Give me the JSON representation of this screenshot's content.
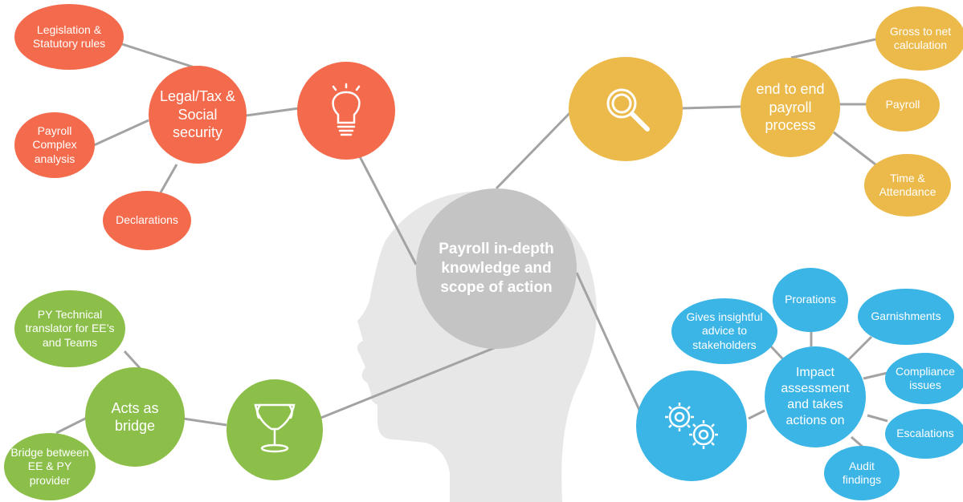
{
  "center": {
    "label": "Payroll in-depth knowledge and scope of action"
  },
  "legal": {
    "hub": "Legal/Tax & Social security",
    "leaves": [
      "Legislation & Statutory rules",
      "Payroll Complex analysis",
      "Declarations"
    ],
    "icon": "lightbulb-icon",
    "color": "#f36b4c"
  },
  "process": {
    "hub": "end to end payroll process",
    "leaves": [
      "Gross to net calculation",
      "Payroll",
      "Time & Attendance"
    ],
    "icon": "magnifier-icon",
    "color": "#ecba4b"
  },
  "bridge": {
    "hub": "Acts as bridge",
    "leaves": [
      "PY Technical translator for EE’s and Teams",
      "Bridge between EE & PY provider"
    ],
    "icon": "trophy-icon",
    "color": "#8cbf4a"
  },
  "impact": {
    "hub": "Impact assessment and takes actions on",
    "leaves": [
      "Gives insightful advice to stakeholders",
      "Prorations",
      "Garnishments",
      "Compliance issues",
      "Escalations",
      "Audit findings"
    ],
    "icon": "gears-icon",
    "color": "#3bb4e6"
  }
}
